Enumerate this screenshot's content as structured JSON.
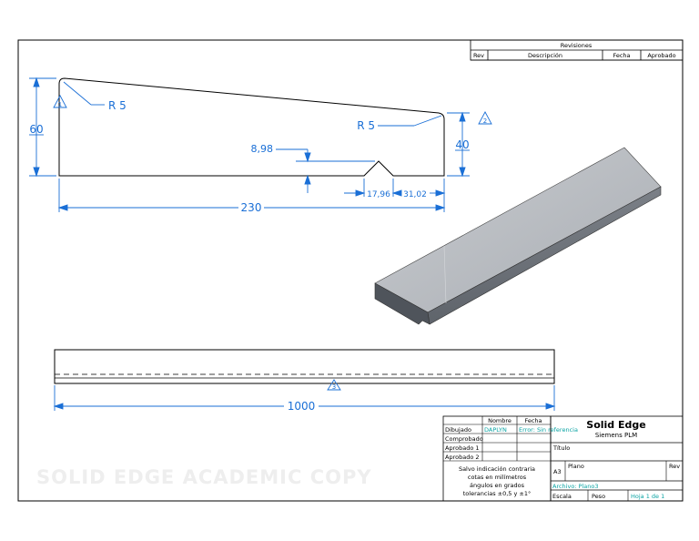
{
  "revisions": {
    "title": "Revisiones",
    "col_rev": "Rev",
    "col_desc": "Descripción",
    "col_date": "Fecha",
    "col_approved": "Aprobado"
  },
  "dimensions": {
    "height_left": "60",
    "height_right": "40",
    "radius_left": "R 5",
    "radius_right": "R 5",
    "notch_depth": "8,98",
    "notch_width": "17,96",
    "notch_offset": "31,02",
    "length_top": "230",
    "length_bottom": "1000"
  },
  "callouts": {
    "left": "1",
    "right": "2",
    "bottom": "3"
  },
  "watermark": "SOLID EDGE ACADEMIC COPY",
  "title_block": {
    "col_name": "Nombre",
    "col_date": "Fecha",
    "row_drawn": "Dibujado",
    "row_checked": "Comprobado",
    "row_approved1": "Aprobado 1",
    "row_approved2": "Aprobado 2",
    "drawn_name": "DAPLYN",
    "drawn_date": "Error: Sin referencia",
    "brand": "Solid Edge",
    "brand_sub": "Siemens PLM",
    "title_label": "Título",
    "note_line1": "Salvo indicación contraria",
    "note_line2": "cotas en milímetros",
    "note_line3": "ángulos en grados",
    "note_line4": "tolerancias ±0,5 y ±1°",
    "size": "A3",
    "plan_label": "Plano",
    "rev_label": "Rev",
    "file_label": "Archivo: Plano3",
    "scale_label": "Escala",
    "weight_label": "Peso",
    "sheet_label": "Hoja 1 de 1"
  },
  "colors": {
    "dimension": "#1a6fd6",
    "border": "#000000",
    "field": "#0aa3a3"
  }
}
